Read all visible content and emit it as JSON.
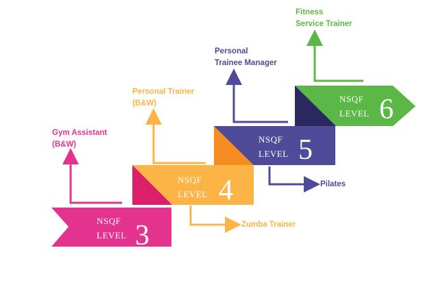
{
  "diagram": {
    "levels": [
      {
        "nsqf": "NSQF",
        "level_word": "LEVEL",
        "number": "3",
        "color": "#e4338f",
        "shade": "#c21e74"
      },
      {
        "nsqf": "NSQF",
        "level_word": "LEVEL",
        "number": "4",
        "color": "#fbb445",
        "shade": "#dc1f6b"
      },
      {
        "nsqf": "NSQF",
        "level_word": "LEVEL",
        "number": "5",
        "color": "#4f4b98",
        "shade": "#f58d21"
      },
      {
        "nsqf": "NSQF",
        "level_word": "LEVEL",
        "number": "6",
        "color": "#5bb847",
        "shade": "#2b2860"
      }
    ],
    "roles": {
      "gym_assistant": {
        "lines": [
          "Gym Assistant",
          "(B&W)"
        ],
        "color": "#e4338f"
      },
      "personal_trainer": {
        "lines": [
          "Personal Trainer",
          "(B&W)"
        ],
        "color": "#fbb445"
      },
      "personal_trainee_manager": {
        "lines": [
          "Personal",
          "Trainee Manager"
        ],
        "color": "#4f4b98"
      },
      "fitness_service_trainer": {
        "lines": [
          "Fitness",
          "Service Trainer"
        ],
        "color": "#5bb847"
      },
      "zumba_trainer": {
        "lines": [
          "Zumba Trainer"
        ],
        "color": "#fbb445"
      },
      "pilates": {
        "lines": [
          "Pilates"
        ],
        "color": "#4f4b98"
      }
    }
  }
}
